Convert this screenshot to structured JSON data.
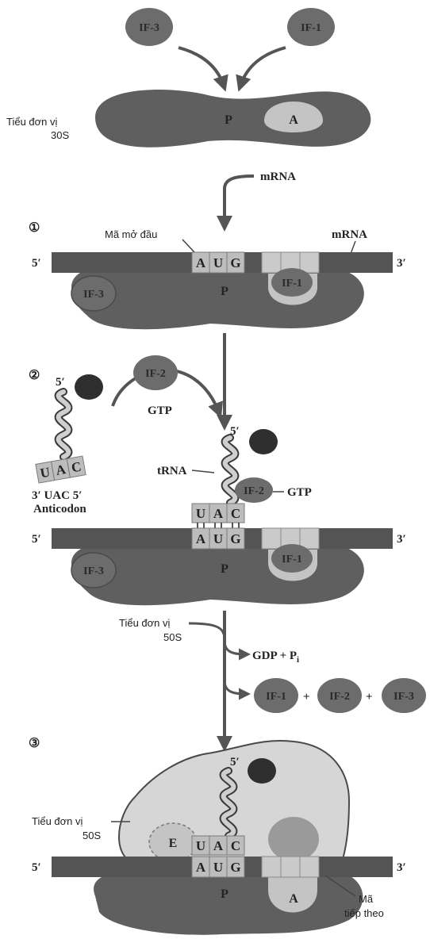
{
  "factors": {
    "if1": "IF-1",
    "if2": "IF-2",
    "if3": "IF-3"
  },
  "sites": {
    "p": "P",
    "a": "A",
    "e": "E"
  },
  "codons": {
    "start": [
      "A",
      "U",
      "G"
    ],
    "anticodon": [
      "U",
      "A",
      "C"
    ]
  },
  "ends": {
    "five": "5′",
    "three": "3′",
    "five_short": "5′"
  },
  "labels": {
    "small_subunit": [
      "Tiểu đơn vị",
      "30S"
    ],
    "mrna": "mRNA",
    "start_codon": "Mã mở đầu",
    "gtp": "GTP",
    "trna": "tRNA",
    "if2_gtp_suffix": "GTP",
    "anticodon": [
      "3′ UAC 5′",
      "Anticodon"
    ],
    "large_subunit": [
      "Tiểu đơn vị",
      "50S"
    ],
    "gdp_pi": "GDP + P",
    "pi_subscript": "i",
    "plus": "+",
    "next_codon": [
      "Mã",
      "tiếp theo"
    ]
  },
  "steps": {
    "s1": "①",
    "s2": "②",
    "s3": "③"
  },
  "colors": {
    "ribosome_dark": "#5f5f5f",
    "site_light": "#c4c4c4",
    "mrna_band": "#545454",
    "codon_box": "#bdbdbd",
    "factor": "#6c6c6c",
    "large_subunit": "#d6d6d6"
  }
}
